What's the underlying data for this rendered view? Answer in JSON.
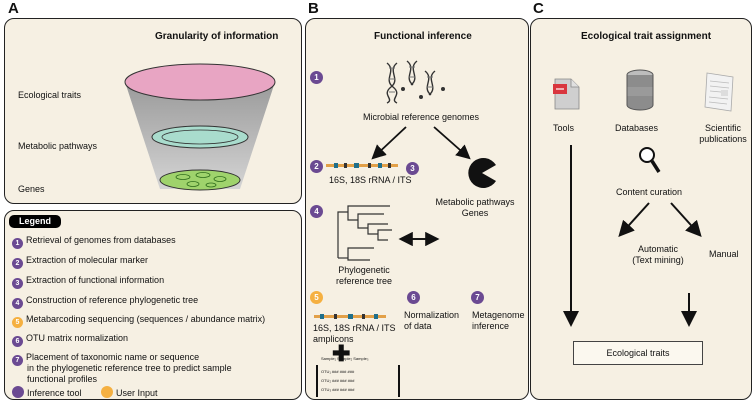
{
  "panels": {
    "a": {
      "letter": "A",
      "title": "Granularity of information",
      "levels": [
        "Ecological traits",
        "Metabolic pathways",
        "Genes"
      ],
      "legend": {
        "title": "Legend",
        "items": [
          {
            "n": "1",
            "text": "Retrieval of genomes from databases",
            "kind": "inference"
          },
          {
            "n": "2",
            "text": "Extraction of molecular marker",
            "kind": "inference"
          },
          {
            "n": "3",
            "text": "Extraction of functional information",
            "kind": "inference"
          },
          {
            "n": "4",
            "text": "Construction of reference phylogenetic tree",
            "kind": "inference"
          },
          {
            "n": "5",
            "text": "Metabarcoding sequencing (sequences / abundance matrix)",
            "kind": "user"
          },
          {
            "n": "6",
            "text": "OTU matrix normalization",
            "kind": "inference"
          },
          {
            "n": "7",
            "text": "Placement of taxonomic name or sequence",
            "kind": "inference"
          }
        ],
        "item7_line2": "in the phylogenetic reference tree to predict sample",
        "item7_line3": "functional profiles",
        "key_inference": "Inference tool",
        "key_user": "User Input"
      }
    },
    "b": {
      "letter": "B",
      "title": "Functional inference",
      "genomes": "Microbial reference genomes",
      "marker": "16S, 18S rRNA / ITS",
      "pathways_line1": "Metabolic pathways",
      "pathways_line2": "Genes",
      "tree_line1": "Phylogenetic",
      "tree_line2": "reference tree",
      "amplicons_line1": "16S, 18S rRNA / ITS",
      "amplicons_line2": "amplicons",
      "norm_line1": "Normalization",
      "norm_line2": "of data",
      "meta_line1": "Metagenome",
      "meta_line2": "inference",
      "matrix_header": "Sample₁ Sample₂ Sample₃",
      "matrix_rows": [
        "OTU₁",
        "OTU₂",
        "OTU₃"
      ],
      "matrix_cell": "###"
    },
    "c": {
      "letter": "C",
      "title": "Ecological trait assignment",
      "tools": "Tools",
      "databases": "Databases",
      "sci_line1": "Scientific",
      "sci_line2": "publications",
      "curation": "Content curation",
      "auto_line1": "Automatic",
      "auto_line2": "(Text mining)",
      "manual": "Manual",
      "result": "Ecological traits"
    }
  },
  "colors": {
    "panel_bg": "#f6f0e3",
    "inference": "#6b4a92",
    "user": "#f5b041",
    "funnel_top": "#e8a5c3",
    "funnel_mid": "#a9dccd",
    "funnel_bottom": "#9fd36c"
  }
}
